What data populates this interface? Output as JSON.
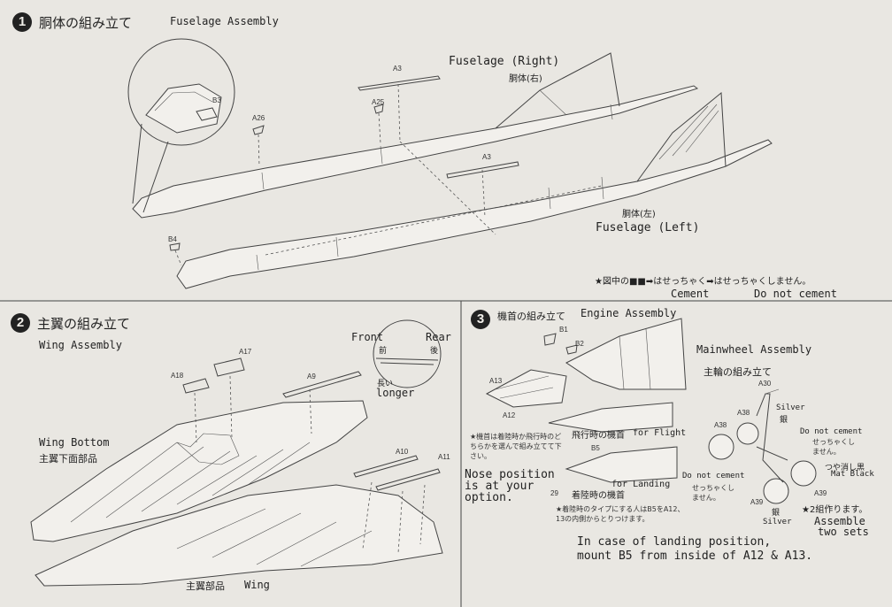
{
  "section1": {
    "number": "1",
    "title_jp": "胴体の組み立て",
    "title_en": "Fuselage Assembly",
    "fuselage_right_en": "Fuselage (Right)",
    "fuselage_right_jp": "胴体(右)",
    "fuselage_left_jp": "胴体(左)",
    "fuselage_left_en": "Fuselage (Left)",
    "parts": {
      "a3_top": "A3",
      "a3_mid": "A3",
      "a25": "A25",
      "a26": "A26",
      "b3": "B3",
      "b4": "B4"
    },
    "legend_jp": "★図中の■■➡はせっちゃく➡はせっちゃくしません。",
    "legend_cement": "Cement",
    "legend_no_cement": "Do not cement"
  },
  "section2": {
    "number": "2",
    "title_jp": "主翼の組み立て",
    "title_en": "Wing Assembly",
    "front_en": "Front",
    "rear_en": "Rear",
    "front_jp": "前",
    "rear_jp": "後",
    "longer_jp": "長い",
    "longer_en": "longer",
    "wing_bottom_en": "Wing Bottom",
    "wing_bottom_jp": "主翼下面部品",
    "wing_jp": "主翼部品",
    "wing_en": "Wing",
    "parts": {
      "a18": "A18",
      "a17": "A17",
      "a9": "A9",
      "a10": "A10",
      "a11": "A11"
    }
  },
  "section3": {
    "number": "3",
    "title_jp": "機首の組み立て",
    "title_en": "Engine Assembly",
    "parts": {
      "b1": "B1",
      "b2": "B2",
      "a13": "A13",
      "a12": "A12",
      "b5": "B5",
      "num29": "29"
    },
    "nose_note_jp": "★機首は着陸時か飛行時のどちらかを選んで組み立てて下さい。",
    "flight_jp": "飛行時の機首",
    "flight_en": "for Flight",
    "landing_jp": "着陸時の機首",
    "landing_en": "for Landing",
    "nose_option_en": "Nose position is at your option.",
    "landing_note_jp": "★着陸時のタイプにする人はB5をA12、13の内側からとりつけます。",
    "landing_note_en_1": "In case of landing position,",
    "landing_note_en_2": "mount B5 from inside of A12 & A13.",
    "do_not_cement_en": "Do not cement",
    "do_not_cement_jp": "せっちゃくしません。"
  },
  "mainwheel": {
    "title_en": "Mainwheel Assembly",
    "title_jp": "主輪の組み立て",
    "parts": {
      "a30": "A30",
      "a38_top": "A38",
      "a38_left": "A38",
      "a39_right": "A39",
      "a39_bottom": "A39"
    },
    "silver_en": "Silver",
    "silver_jp": "銀",
    "silver_en_2": "Silver",
    "silver_jp_2": "銀",
    "do_not_cement_en": "Do not cement",
    "do_not_cement_jp": "せっちゃくしません。",
    "mat_black_jp": "つや消し黒",
    "mat_black_en": "Mat Black",
    "two_sets_jp": "★2組作ります。",
    "two_sets_en_1": "Assemble",
    "two_sets_en_2": "two sets"
  }
}
